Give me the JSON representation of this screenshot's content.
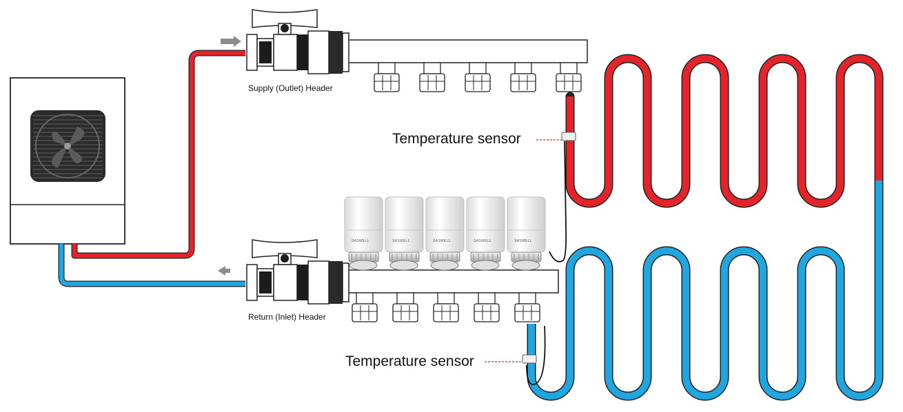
{
  "labels": {
    "supply_header": "Supply (Outlet) Header",
    "return_header": "Return (Inlet) Header",
    "sensor_top": "Temperature sensor",
    "sensor_bottom": "Temperature sensor"
  },
  "actuators": {
    "count": 5,
    "brand": "SASWELL"
  },
  "supply_outlets_count": 5,
  "return_outlets_count": 5,
  "colors": {
    "hot": "#e3242b",
    "cold": "#22a6df",
    "outline": "#222222",
    "arrow": "#8c8c8c",
    "sensor_lead": "#b00000"
  },
  "icons": [
    "heat-pump-icon",
    "fan-grille-icon",
    "ball-valve-icon",
    "flow-arrow-icon",
    "actuator-icon",
    "sensor-clip-icon"
  ]
}
